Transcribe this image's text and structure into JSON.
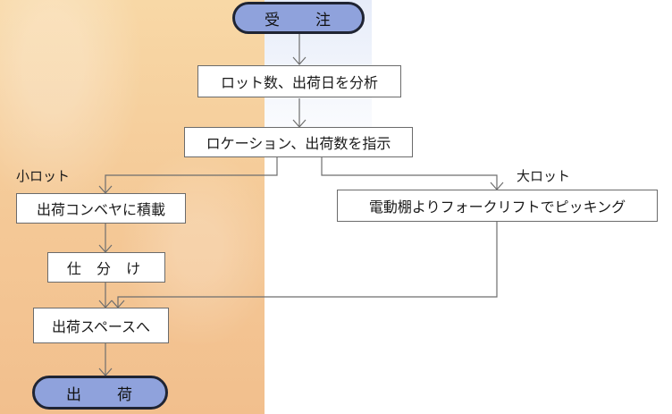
{
  "nodes": {
    "start": "受　　注",
    "analyze": "ロット数、出荷日を分析",
    "instruct": "ロケーション、出荷数を指示",
    "conveyor": "出荷コンベヤに積載",
    "sort": "仕 分 け",
    "forklift": "電動棚よりフォークリフトでピッキング",
    "space": "出荷スペースへ",
    "end": "出　　荷"
  },
  "branches": {
    "small": "小ロット",
    "large": "大ロット"
  },
  "colors": {
    "pill_fill": "#8fa2dc",
    "pill_border": "#1f2433",
    "left_background": "#f4c896"
  }
}
